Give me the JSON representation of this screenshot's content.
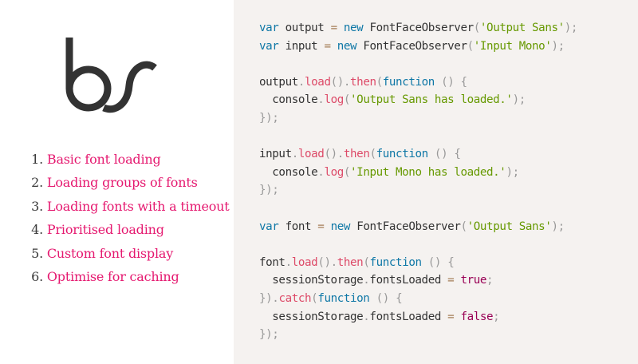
{
  "nav": {
    "items": [
      {
        "num": "1.",
        "label": "Basic font loading"
      },
      {
        "num": "2.",
        "label": "Loading groups of fonts"
      },
      {
        "num": "3.",
        "label": "Loading fonts with a timeout"
      },
      {
        "num": "4.",
        "label": "Prioritised loading"
      },
      {
        "num": "5.",
        "label": "Custom font display"
      },
      {
        "num": "6.",
        "label": "Optimise for caching"
      }
    ]
  },
  "colors": {
    "link": "#e5186f",
    "code_bg": "#f5f2f0",
    "keyword": "#0e77a6",
    "string": "#669900",
    "function": "#dd4a68",
    "punctuation": "#999999",
    "boolean": "#990055",
    "logo": "#333333"
  },
  "code": {
    "lines": [
      [
        [
          "kw",
          "var"
        ],
        [
          "pl",
          " output "
        ],
        [
          "op",
          "="
        ],
        [
          "pl",
          " "
        ],
        [
          "kw",
          "new"
        ],
        [
          "pl",
          " FontFaceObserver"
        ],
        [
          "pn",
          "("
        ],
        [
          "str",
          "'Output Sans'"
        ],
        [
          "pn",
          ")"
        ],
        [
          "pn",
          ";"
        ]
      ],
      [
        [
          "kw",
          "var"
        ],
        [
          "pl",
          " input "
        ],
        [
          "op",
          "="
        ],
        [
          "pl",
          " "
        ],
        [
          "kw",
          "new"
        ],
        [
          "pl",
          " FontFaceObserver"
        ],
        [
          "pn",
          "("
        ],
        [
          "str",
          "'Input Mono'"
        ],
        [
          "pn",
          ")"
        ],
        [
          "pn",
          ";"
        ]
      ],
      [],
      [
        [
          "pl",
          "output"
        ],
        [
          "pn",
          "."
        ],
        [
          "fn",
          "load"
        ],
        [
          "pn",
          "()."
        ],
        [
          "fn",
          "then"
        ],
        [
          "pn",
          "("
        ],
        [
          "kw",
          "function"
        ],
        [
          "pl",
          " "
        ],
        [
          "pn",
          "()"
        ],
        [
          "pl",
          " "
        ],
        [
          "pn",
          "{"
        ]
      ],
      [
        [
          "pl",
          "  console"
        ],
        [
          "pn",
          "."
        ],
        [
          "fn",
          "log"
        ],
        [
          "pn",
          "("
        ],
        [
          "str",
          "'Output Sans has loaded.'"
        ],
        [
          "pn",
          ")"
        ],
        [
          "pn",
          ";"
        ]
      ],
      [
        [
          "pn",
          "});"
        ]
      ],
      [],
      [
        [
          "pl",
          "input"
        ],
        [
          "pn",
          "."
        ],
        [
          "fn",
          "load"
        ],
        [
          "pn",
          "()."
        ],
        [
          "fn",
          "then"
        ],
        [
          "pn",
          "("
        ],
        [
          "kw",
          "function"
        ],
        [
          "pl",
          " "
        ],
        [
          "pn",
          "()"
        ],
        [
          "pl",
          " "
        ],
        [
          "pn",
          "{"
        ]
      ],
      [
        [
          "pl",
          "  console"
        ],
        [
          "pn",
          "."
        ],
        [
          "fn",
          "log"
        ],
        [
          "pn",
          "("
        ],
        [
          "str",
          "'Input Mono has loaded.'"
        ],
        [
          "pn",
          ")"
        ],
        [
          "pn",
          ";"
        ]
      ],
      [
        [
          "pn",
          "});"
        ]
      ],
      [],
      [
        [
          "kw",
          "var"
        ],
        [
          "pl",
          " font "
        ],
        [
          "op",
          "="
        ],
        [
          "pl",
          " "
        ],
        [
          "kw",
          "new"
        ],
        [
          "pl",
          " FontFaceObserver"
        ],
        [
          "pn",
          "("
        ],
        [
          "str",
          "'Output Sans'"
        ],
        [
          "pn",
          ")"
        ],
        [
          "pn",
          ";"
        ]
      ],
      [],
      [
        [
          "pl",
          "font"
        ],
        [
          "pn",
          "."
        ],
        [
          "fn",
          "load"
        ],
        [
          "pn",
          "()."
        ],
        [
          "fn",
          "then"
        ],
        [
          "pn",
          "("
        ],
        [
          "kw",
          "function"
        ],
        [
          "pl",
          " "
        ],
        [
          "pn",
          "()"
        ],
        [
          "pl",
          " "
        ],
        [
          "pn",
          "{"
        ]
      ],
      [
        [
          "pl",
          "  sessionStorage"
        ],
        [
          "pn",
          "."
        ],
        [
          "pl",
          "fontsLoaded "
        ],
        [
          "op",
          "="
        ],
        [
          "pl",
          " "
        ],
        [
          "bool",
          "true"
        ],
        [
          "pn",
          ";"
        ]
      ],
      [
        [
          "pn",
          "})."
        ],
        [
          "fn",
          "catch"
        ],
        [
          "pn",
          "("
        ],
        [
          "kw",
          "function"
        ],
        [
          "pl",
          " "
        ],
        [
          "pn",
          "()"
        ],
        [
          "pl",
          " "
        ],
        [
          "pn",
          "{"
        ]
      ],
      [
        [
          "pl",
          "  sessionStorage"
        ],
        [
          "pn",
          "."
        ],
        [
          "pl",
          "fontsLoaded "
        ],
        [
          "op",
          "="
        ],
        [
          "pl",
          " "
        ],
        [
          "bool",
          "false"
        ],
        [
          "pn",
          ";"
        ]
      ],
      [
        [
          "pn",
          "});"
        ]
      ]
    ]
  }
}
